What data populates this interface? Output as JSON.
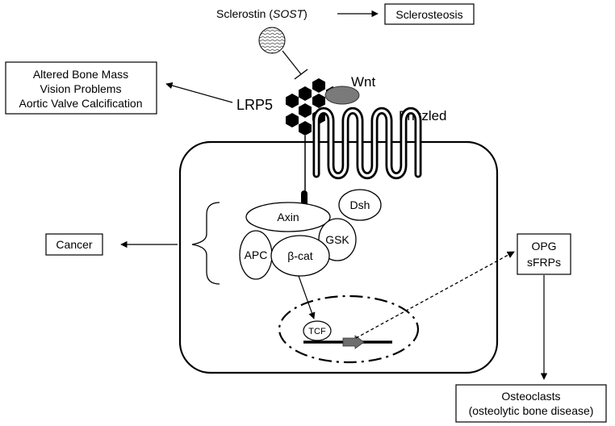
{
  "sclerostin": {
    "prefix": "Sclerostin (",
    "gene": "SOST",
    "suffix": ")"
  },
  "sclerosteosis": "Sclerosteosis",
  "lrp5_effects": [
    "Altered Bone Mass",
    "Vision Problems",
    "Aortic Valve Calcification"
  ],
  "lrp5": "LRP5",
  "wnt": "Wnt",
  "frizzled": "Frizzled",
  "axin": "Axin",
  "dsh": "Dsh",
  "gsk": "GSK",
  "apc": "APC",
  "beta_cat": "β-cat",
  "tcf": "TCF",
  "cancer": "Cancer",
  "opg_sfrps": [
    "OPG",
    "sFRPs"
  ],
  "osteoclasts": [
    "Osteoclasts",
    "(osteolytic bone disease)"
  ]
}
